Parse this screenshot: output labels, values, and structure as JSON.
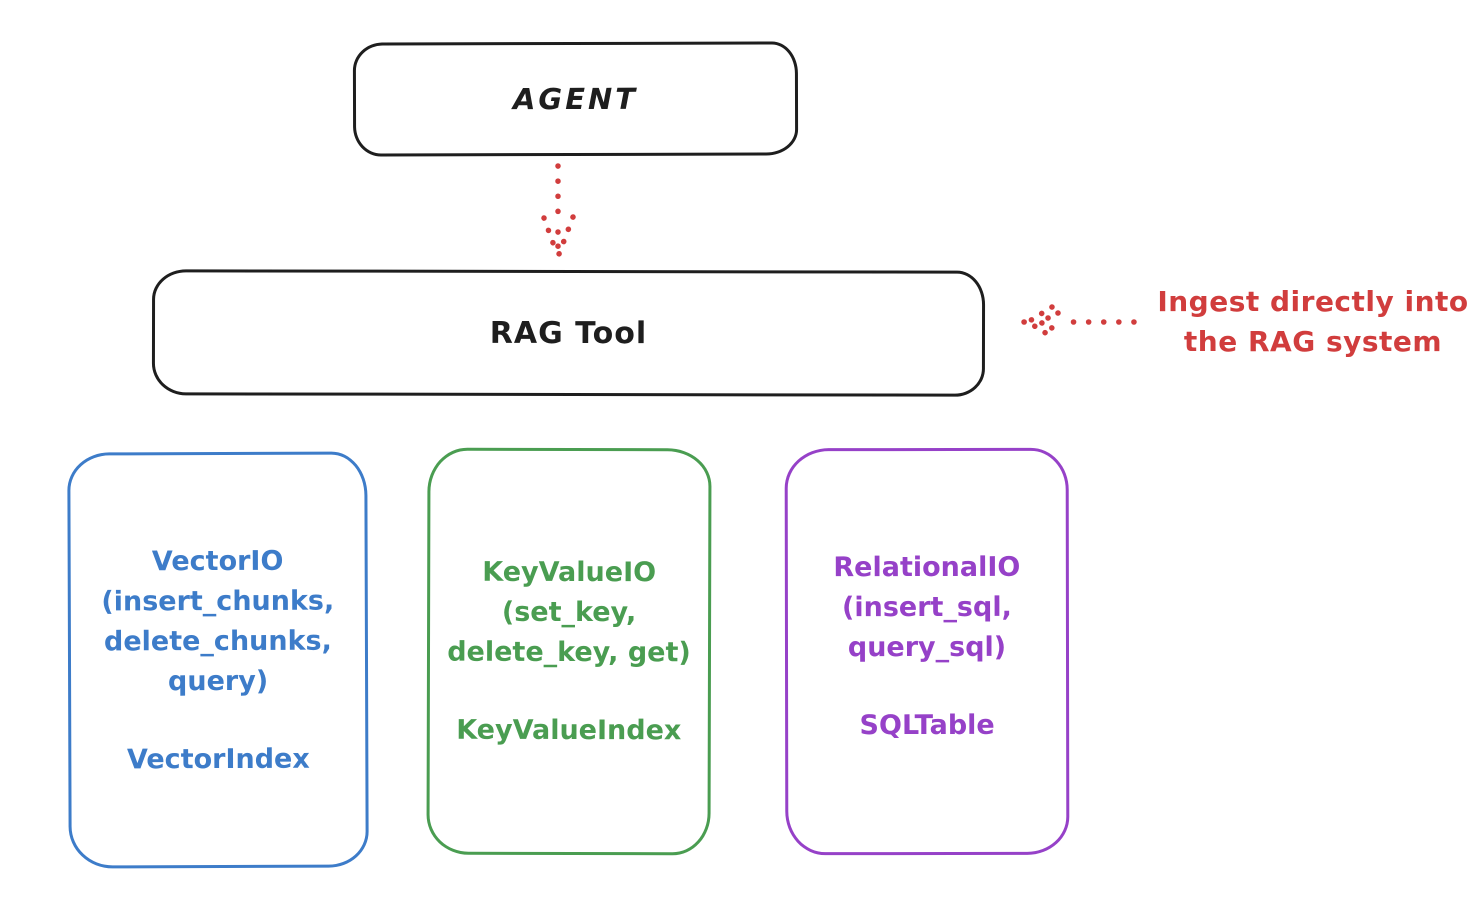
{
  "colors": {
    "stroke_black": "#1e1e1e",
    "annotation_red": "#d13d3d",
    "vector_blue": "#3d7cc9",
    "keyvalue_green": "#4a9d51",
    "relational_purple": "#9641c8",
    "background": "#ffffff"
  },
  "agent_box": {
    "label": "AGENT"
  },
  "rag_tool_box": {
    "label": "RAG Tool"
  },
  "ingest_annotation": {
    "line1": "Ingest directly into",
    "line2": "the RAG system"
  },
  "io_boxes": [
    {
      "name": "vector-io",
      "color": "#3d7cc9",
      "lines": [
        "VectorIO",
        "(insert_chunks,",
        "delete_chunks,",
        "query)"
      ],
      "index_label": "VectorIndex"
    },
    {
      "name": "keyvalue-io",
      "color": "#4a9d51",
      "lines": [
        "KeyValueIO",
        "(set_key,",
        "delete_key, get)"
      ],
      "index_label": "KeyValueIndex"
    },
    {
      "name": "relational-io",
      "color": "#9641c8",
      "lines": [
        "RelationalIO",
        "(insert_sql,",
        "query_sql)"
      ],
      "index_label": "SQLTable"
    }
  ]
}
